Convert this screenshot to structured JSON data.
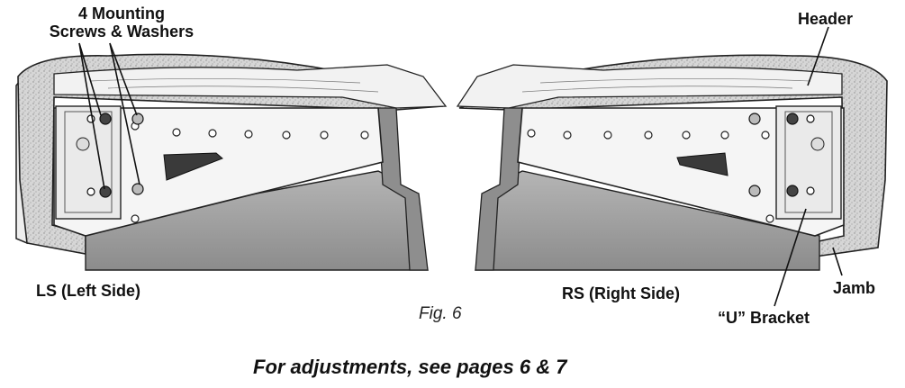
{
  "labels": {
    "mounting_line1": "4 Mounting",
    "mounting_line2": "Screws & Washers",
    "header": "Header",
    "ls": "LS (Left Side)",
    "rs": "RS (Right Side)",
    "jamb": "Jamb",
    "u_bracket": "“U” Bracket"
  },
  "caption": "Fig. 6",
  "footer": "For adjustments, see pages 6 & 7",
  "colors": {
    "stucco": "#d9d9d9",
    "bracket": "#f4f4f4",
    "shadow": "#9a9a9a",
    "ink": "#1a1a1a"
  }
}
